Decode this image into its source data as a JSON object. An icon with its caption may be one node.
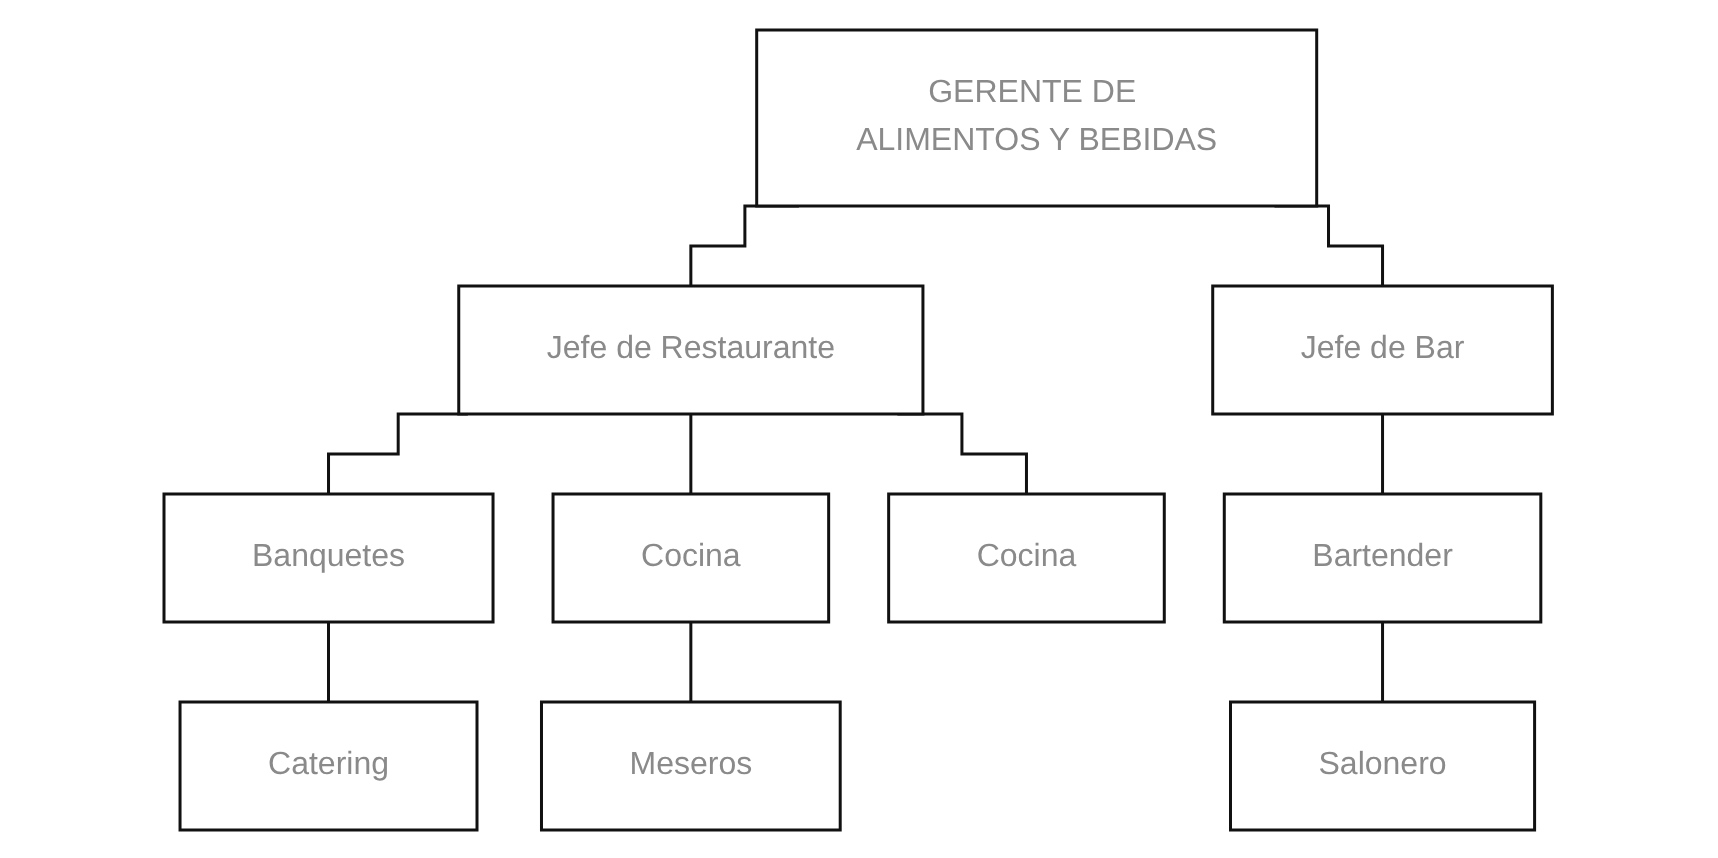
{
  "diagram": {
    "nodes": [
      {
        "text": [
          "GERENTE DE ALIMENTOS Y BEBIDAS"
        ]
      },
      {
        "text": [
          "Jefe de Restaurante"
        ]
      },
      {
        "text": [
          "Jefe de Bar"
        ]
      },
      {
        "text": [
          "Banquetes"
        ]
      },
      {
        "text": [
          "Cocina"
        ]
      },
      {
        "text": [
          "Cocina"
        ]
      },
      {
        "text": [
          "Bartender"
        ]
      },
      {
        "text": [
          "Catering"
        ]
      },
      {
        "text": [
          "Meseros"
        ]
      },
      {
        "text": [
          "Salonero"
        ]
      }
    ],
    "edges": [
      {
        "from": 0,
        "to": 1,
        "arrow": "none"
      },
      {
        "from": 0,
        "to": 2,
        "arrow": "none"
      },
      {
        "from": 1,
        "to": 3,
        "arrow": "none"
      },
      {
        "from": 1,
        "to": 4,
        "arrow": "none"
      },
      {
        "from": 1,
        "to": 5,
        "arrow": "none"
      },
      {
        "from": 2,
        "to": 6,
        "arrow": "none"
      },
      {
        "from": 3,
        "to": 7,
        "arrow": "none"
      },
      {
        "from": 4,
        "to": 8,
        "arrow": "none"
      },
      {
        "from": 6,
        "to": 9,
        "arrow": "none"
      }
    ]
  }
}
